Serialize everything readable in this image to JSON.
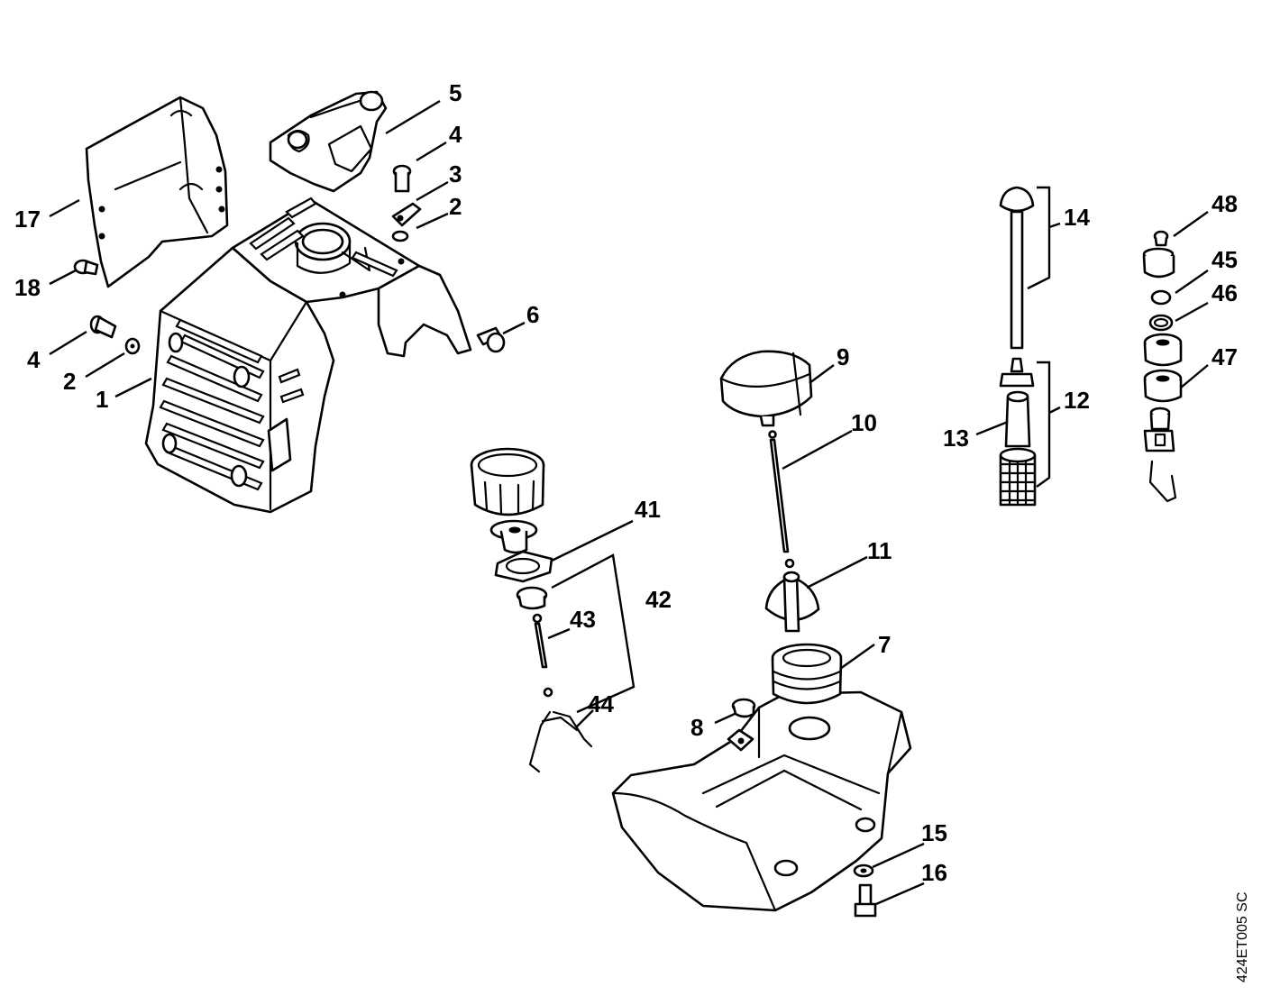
{
  "drawing_code": "424ET005 SC",
  "parts": [
    {
      "id": "p1",
      "label": "1"
    },
    {
      "id": "p2a",
      "label": "2"
    },
    {
      "id": "p2b",
      "label": "2"
    },
    {
      "id": "p3",
      "label": "3"
    },
    {
      "id": "p4a",
      "label": "4"
    },
    {
      "id": "p4b",
      "label": "4"
    },
    {
      "id": "p5",
      "label": "5"
    },
    {
      "id": "p6",
      "label": "6"
    },
    {
      "id": "p7",
      "label": "7"
    },
    {
      "id": "p8",
      "label": "8"
    },
    {
      "id": "p9",
      "label": "9"
    },
    {
      "id": "p10",
      "label": "10"
    },
    {
      "id": "p11",
      "label": "11"
    },
    {
      "id": "p12",
      "label": "12"
    },
    {
      "id": "p13",
      "label": "13"
    },
    {
      "id": "p14",
      "label": "14"
    },
    {
      "id": "p15",
      "label": "15"
    },
    {
      "id": "p16",
      "label": "16"
    },
    {
      "id": "p17",
      "label": "17"
    },
    {
      "id": "p18",
      "label": "18"
    },
    {
      "id": "p41",
      "label": "41"
    },
    {
      "id": "p42",
      "label": "42"
    },
    {
      "id": "p43",
      "label": "43"
    },
    {
      "id": "p44",
      "label": "44"
    },
    {
      "id": "p45",
      "label": "45"
    },
    {
      "id": "p46",
      "label": "46"
    },
    {
      "id": "p47",
      "label": "47"
    },
    {
      "id": "p48",
      "label": "48"
    }
  ]
}
